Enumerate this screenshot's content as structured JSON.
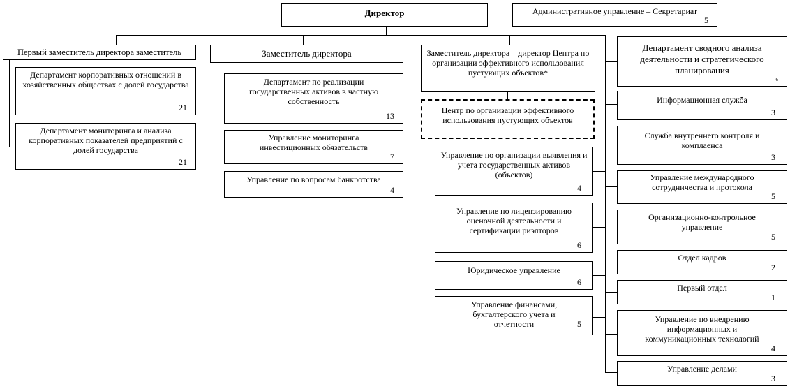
{
  "director": {
    "title": "Директор"
  },
  "secretariat": {
    "title": "Административное управление – Секретариат",
    "count": "5"
  },
  "first_deputy": {
    "title": "Первый заместитель директора заместитель",
    "units": [
      {
        "title": "Департамент корпоративных отношений в хозяйственных обществах с долей государства",
        "count": "21"
      },
      {
        "title": "Департамент мониторинга и анализа корпоративных показателей предприятий с долей государства",
        "count": "21"
      }
    ]
  },
  "deputy": {
    "title": "Заместитель директора",
    "units": [
      {
        "title": "Департамент по реализации государственных активов в частную собственность",
        "count": "13"
      },
      {
        "title": "Управление мониторинга инвестиционных обязательств",
        "count": "7"
      },
      {
        "title": "Управление по вопросам банкротства",
        "count": "4"
      }
    ]
  },
  "deputy_center": {
    "title": "Заместитель директора – директор Центра по организации эффективного использования пустующих объектов*",
    "center": "Центр по организации эффективного использования пустующих объектов",
    "units": [
      {
        "title": "Управление по организации выявления и учета государственных активов (объектов)",
        "count": "4"
      },
      {
        "title": "Управление по лицензированию оценочной деятельности и сертификации риэлторов",
        "count": "6"
      },
      {
        "title": "Юридическое управление",
        "count": "6"
      },
      {
        "title": "Управление финансами, бухгалтерского учета и отчетности",
        "count": "5"
      }
    ]
  },
  "right_units": [
    {
      "title": "Департамент сводного анализа деятельности и стратегического планирования",
      "count": "6"
    },
    {
      "title": "Информационная служба",
      "count": "3"
    },
    {
      "title": "Служба внутреннего контроля и комплаенса",
      "count": "3"
    },
    {
      "title": "Управление международного сотрудничества и протокола",
      "count": "5"
    },
    {
      "title": "Организационно-контрольное управление",
      "count": "5"
    },
    {
      "title": "Отдел кадров",
      "count": "2"
    },
    {
      "title": "Первый отдел",
      "count": "1"
    },
    {
      "title": "Управление по внедрению информационных и коммуникационных технологий",
      "count": "4"
    },
    {
      "title": "Управление делами",
      "count": "3"
    }
  ]
}
